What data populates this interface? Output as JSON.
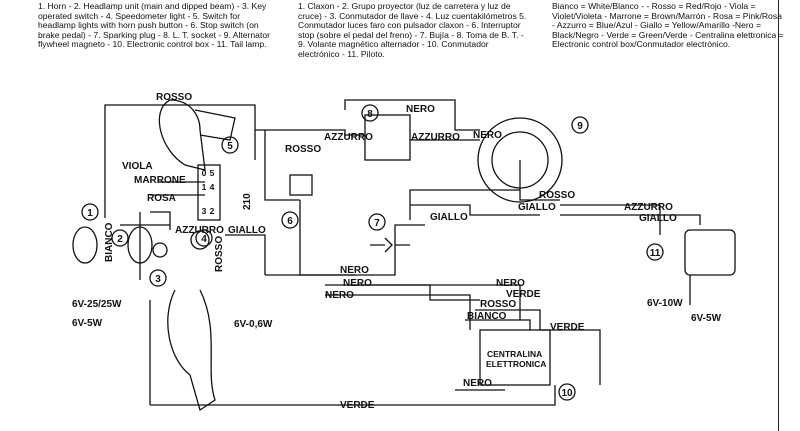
{
  "legend": {
    "english": "1. Horn - 2. Headlamp unit (main and dipped beam) - 3. Key operated switch - 4. Speedometer light - 5. Switch for headlamp lights with horn push button - 6. Stop switch (on brake pedal) - 7. Sparking plug - 8. L. T. socket - 9. Alternator flywheel magneto - 10. Electronic control box - 11. Tail lamp.",
    "spanish": "1. Claxon - 2. Grupo proyector (luz de carretera y luz de cruce) - 3. Conmutador de llave - 4. Luz cuentakilómetros 5. Conmutador luces faro con pulsador claxon - 6. Interruptor stop (sobre el pedal del freno) - 7. Bujía - 8. Toma de B. T. - 9. Volante magnético alternador - 10. Conmutador electrónico - 11. Piloto.",
    "colors": "Bianco = White/Blanco - - Rosso = Red/Rojo - Viola = Violet/Violeta - Marrone = Brown/Marrón - Rosa = Pink/Rosa - Azzurro = Blue/Azul - Giallo = Yellow/Amarillo -Nero = Black/Negro - Verde = Green/Verde - Centralina elettronica = Electronic control box/Conmutador electrónico."
  },
  "wire_labels": {
    "rosso_top": "ROSSO",
    "nero_top": "NERO",
    "azzurro_8": "AZZURRO",
    "azzurro_8b": "AZZURRO",
    "rosso_6": "ROSSO",
    "viola": "VIOLA",
    "marrone": "MARRONE",
    "rosa": "ROSA",
    "azzurro_head": "AZZURRO",
    "giallo_head": "GIALLO",
    "bianco": "BIANCO",
    "rosso_left": "ROSSO",
    "nero_9": "NERO",
    "rosso_9": "ROSSO",
    "giallo_9": "GIALLO",
    "giallo_mid": "GIALLO",
    "azzurro_right": "AZZURRO",
    "giallo_right": "GIALLO",
    "nero_a": "NERO",
    "nero_b": "NERO",
    "nero_c": "NERO",
    "nero_d": "NERO",
    "verde_a": "VERDE",
    "rosso_box": "ROSSO",
    "bianco_box": "BIANCO",
    "verde_box": "VERDE",
    "nero_box": "NERO",
    "verde_bottom": "VERDE",
    "switch_code": "210"
  },
  "component_numbers": [
    "1",
    "2",
    "3",
    "4",
    "5",
    "6",
    "7",
    "8",
    "9",
    "10",
    "11"
  ],
  "ratings": {
    "headlamp": "6V-25/25W",
    "headlamp_pilot": "6V-5W",
    "speedo": "6V-0,6W",
    "tail_stop": "6V-10W",
    "tail_pos": "6V-5W"
  },
  "control_box_label": [
    "CENTRALINA",
    "ELETTRONICA"
  ],
  "switch_contacts": [
    "0",
    "1",
    "2",
    "3",
    "4",
    "5"
  ],
  "colors": {
    "ink": "#111111",
    "paper": "#ffffff"
  }
}
